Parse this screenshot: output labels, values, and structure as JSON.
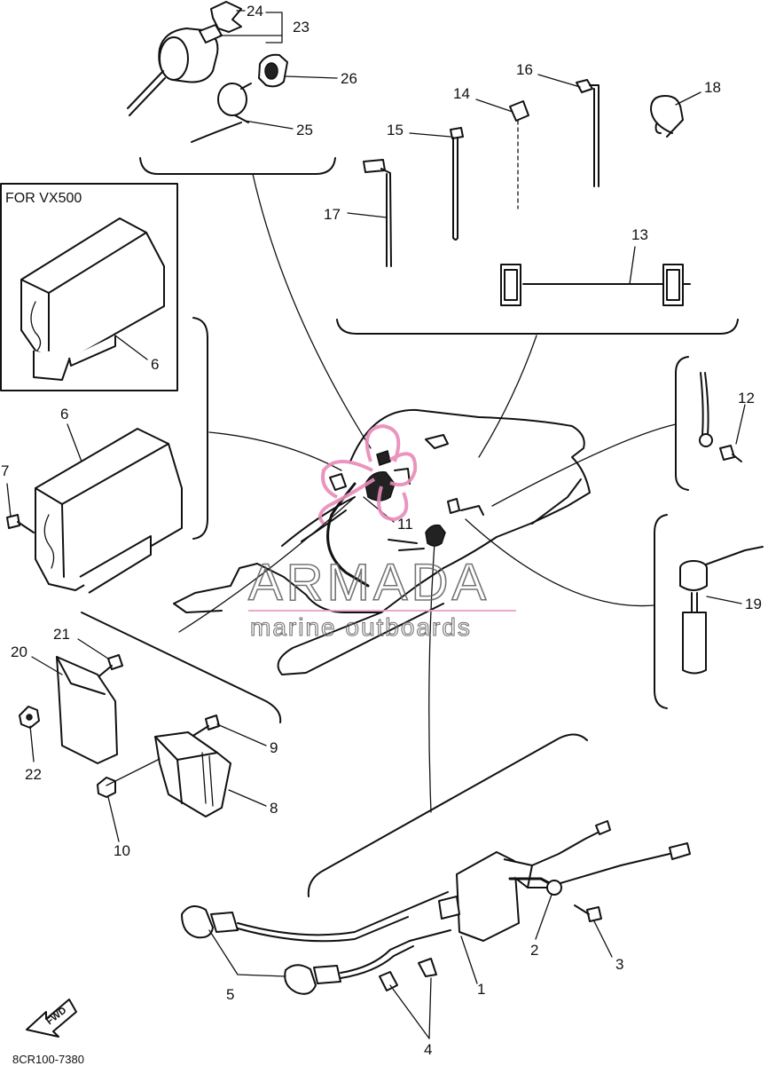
{
  "diagram": {
    "inset_label": "FOR VX500",
    "drawing_code": "8CR100-7380",
    "fwd_label": "FWD",
    "watermark": {
      "brand": "ARMADA",
      "tagline": "marine outboards",
      "colors": {
        "accent": "#e88ab8",
        "line": "#e6a3c4",
        "text": "#666666"
      }
    },
    "callouts": [
      {
        "id": "c24",
        "text": "24"
      },
      {
        "id": "c23",
        "text": "23"
      },
      {
        "id": "c26",
        "text": "26"
      },
      {
        "id": "c25",
        "text": "25"
      },
      {
        "id": "c16",
        "text": "16"
      },
      {
        "id": "c14",
        "text": "14"
      },
      {
        "id": "c18",
        "text": "18"
      },
      {
        "id": "c15",
        "text": "15"
      },
      {
        "id": "c17",
        "text": "17"
      },
      {
        "id": "c13",
        "text": "13"
      },
      {
        "id": "c6a",
        "text": "6"
      },
      {
        "id": "c6b",
        "text": "6"
      },
      {
        "id": "c7",
        "text": "7"
      },
      {
        "id": "c12",
        "text": "12"
      },
      {
        "id": "c11",
        "text": "11"
      },
      {
        "id": "c19",
        "text": "19"
      },
      {
        "id": "c21",
        "text": "21"
      },
      {
        "id": "c20",
        "text": "20"
      },
      {
        "id": "c9",
        "text": "9"
      },
      {
        "id": "c22",
        "text": "22"
      },
      {
        "id": "c8",
        "text": "8"
      },
      {
        "id": "c10",
        "text": "10"
      },
      {
        "id": "c2",
        "text": "2"
      },
      {
        "id": "c3",
        "text": "3"
      },
      {
        "id": "c5",
        "text": "5"
      },
      {
        "id": "c1",
        "text": "1"
      },
      {
        "id": "c4",
        "text": "4"
      }
    ]
  }
}
